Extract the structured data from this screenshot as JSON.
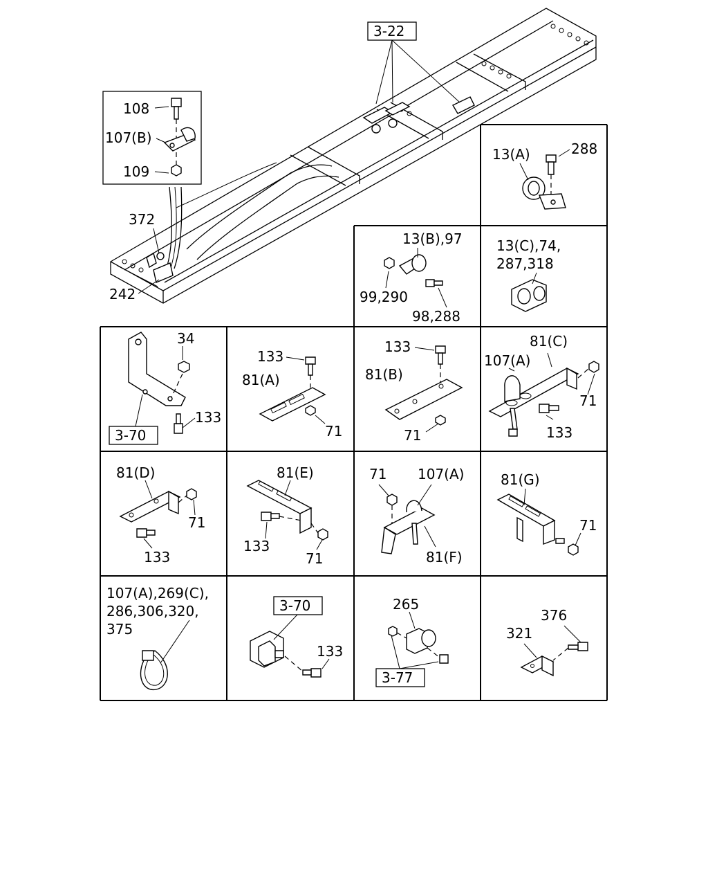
{
  "refs": {
    "ref_3_22": "3-22",
    "ref_3_70_a": "3-70",
    "ref_3_70_b": "3-70",
    "ref_3_77": "3-77"
  },
  "labels": {
    "l108": "108",
    "l107b": "107(B)",
    "l109": "109",
    "l372": "372",
    "l242": "242",
    "l13a": "13(A)",
    "l288": "288",
    "l13b97": "13(B),97",
    "l99_290": "99,290",
    "l98_288": "98,288",
    "l13c74": "13(C),74,",
    "l287_318": "287,318",
    "l34": "34",
    "l133_r1c1": "133",
    "l133_r1c2": "133",
    "l81a": "81(A)",
    "l71_r1c2": "71",
    "l133_r1c3": "133",
    "l81b": "81(B)",
    "l71_r1c3": "71",
    "l81c": "81(C)",
    "l107a_r1c4": "107(A)",
    "l71_r1c4": "71",
    "l133_r1c4": "133",
    "l81d": "81(D)",
    "l71_r2c1": "71",
    "l133_r2c1": "133",
    "l81e": "81(E)",
    "l133_r2c2": "133",
    "l71_r2c2": "71",
    "l71_r2c3": "71",
    "l107a_r2c3": "107(A)",
    "l81f": "81(F)",
    "l81g": "81(G)",
    "l71_r2c4": "71",
    "l_tie_1": "107(A),269(C),",
    "l_tie_2": "286,306,320,",
    "l_tie_3": "375",
    "l133_r3c2": "133",
    "l265": "265",
    "l376": "376",
    "l321": "321"
  }
}
